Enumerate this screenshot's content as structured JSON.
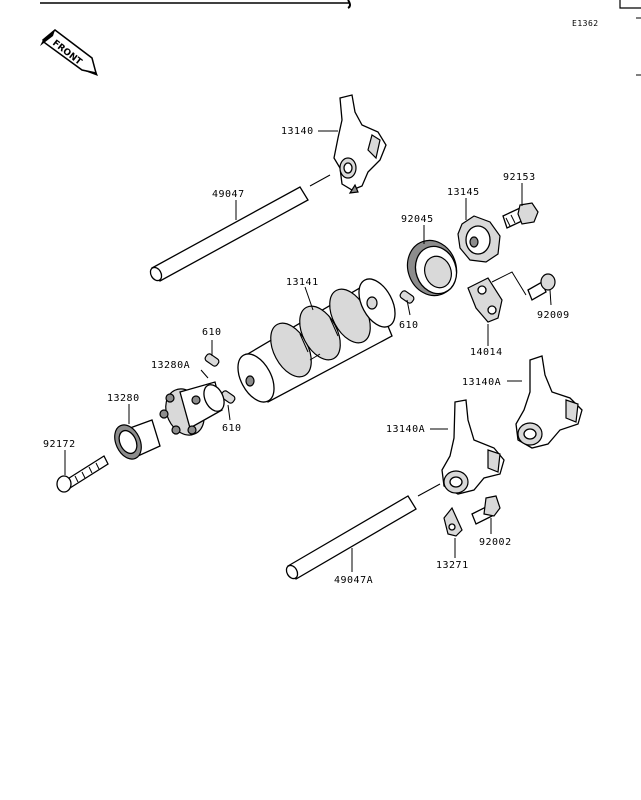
{
  "header": {
    "diagram_code": "E1362"
  },
  "front_marker": {
    "text": "FRONT",
    "icon": "front-arrow-icon"
  },
  "labels": {
    "shift_fork_top": "13140",
    "shift_rod_top": "49047",
    "shift_drum": "13141",
    "bearing": "92045",
    "drum_cam": "13145",
    "bolt_top": "92153",
    "pin_right": "610",
    "bolt_plate": "92009",
    "plate": "14014",
    "pin_left_top": "610",
    "pin_holder": "13280A",
    "pin_left_bottom": "610",
    "holder": "13280",
    "bolt_long": "92172",
    "shift_fork_right": "13140A",
    "shift_fork_mid": "13140A",
    "shift_rod_bottom": "49047A",
    "stopper": "13271",
    "bolt_bottom": "92002"
  }
}
